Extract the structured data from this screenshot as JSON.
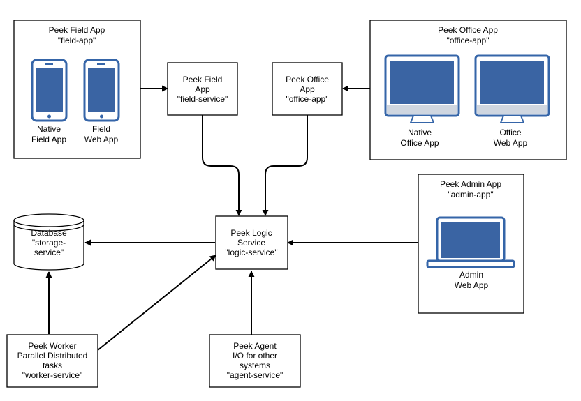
{
  "colors": {
    "device_frame": "#3565a8",
    "device_screen": "#3a64a3",
    "device_base": "#cfd6e0",
    "line": "#000000"
  },
  "nodes": {
    "field_app": {
      "line1": "Peek Field App",
      "line2": "\"field-app\""
    },
    "native_field_app": {
      "line1": "Native",
      "line2": "Field App",
      "icon": "smartphone-icon"
    },
    "field_web_app": {
      "line1": "Field",
      "line2": "Web App",
      "icon": "smartphone-icon"
    },
    "field_service": {
      "line1": "Peek Field",
      "line2": "App",
      "line3": "\"field-service\""
    },
    "office_service": {
      "line1": "Peek Office",
      "line2": "App",
      "line3": "\"office-app\""
    },
    "office_app": {
      "line1": "Peek Office App",
      "line2": "\"office-app\""
    },
    "native_office_app": {
      "line1": "Native",
      "line2": "Office App",
      "icon": "desktop-monitor-icon"
    },
    "office_web_app": {
      "line1": "Office",
      "line2": "Web App",
      "icon": "desktop-monitor-icon"
    },
    "admin_app": {
      "line1": "Peek Admin App",
      "line2": "\"admin-app\""
    },
    "admin_web_app": {
      "line1": "Admin",
      "line2": "Web App",
      "icon": "laptop-icon"
    },
    "logic_service": {
      "line1": "Peek Logic",
      "line2": "Service",
      "line3": "\"logic-service\""
    },
    "database": {
      "line1": "Database",
      "line2": "\"storage-",
      "line3": "service\"",
      "icon": "database-cylinder-icon"
    },
    "worker": {
      "line1": "Peek Worker",
      "line2": "Parallel Distributed",
      "line3": "tasks",
      "line4": "\"worker-service\""
    },
    "agent": {
      "line1": "Peek Agent",
      "line2": "I/O for other",
      "line3": "systems",
      "line4": "\"agent-service\""
    }
  },
  "edges": [
    {
      "from": "field_app",
      "to": "field_service"
    },
    {
      "from": "office_app",
      "to": "office_service"
    },
    {
      "from": "field_service",
      "to": "logic_service"
    },
    {
      "from": "office_service",
      "to": "logic_service"
    },
    {
      "from": "admin_app",
      "to": "logic_service"
    },
    {
      "from": "logic_service",
      "to": "database"
    },
    {
      "from": "worker",
      "to": "database"
    },
    {
      "from": "worker",
      "to": "logic_service"
    },
    {
      "from": "agent",
      "to": "logic_service"
    }
  ]
}
